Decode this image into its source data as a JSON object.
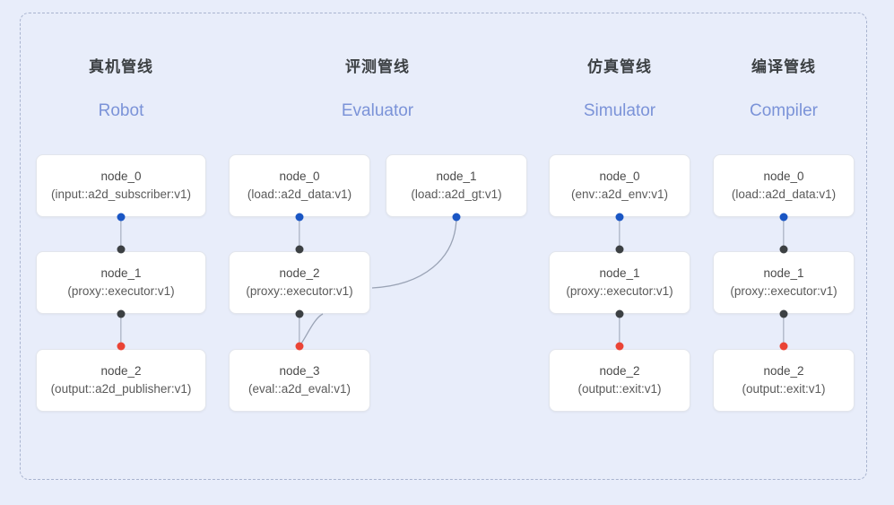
{
  "diagram": {
    "frame_label": "pipeline-group-frame",
    "background_color": "#e8edfa",
    "frame_border_color": "#a9b4cf",
    "node_border_color": "#e2e5ec",
    "edge_color": "#9aa3b5",
    "port_colors": {
      "input": "#1a56c4",
      "middle": "#3c4043",
      "output": "#ea4335"
    },
    "columns": [
      {
        "id": "robot",
        "zh": "真机管线",
        "en": "Robot",
        "nodes": [
          {
            "id": "robot-node-0",
            "title": "node_0",
            "subtitle": "(input::a2d_subscriber:v1)"
          },
          {
            "id": "robot-node-1",
            "title": "node_1",
            "subtitle": "(proxy::executor:v1)"
          },
          {
            "id": "robot-node-2",
            "title": "node_2",
            "subtitle": "(output::a2d_publisher:v1)"
          }
        ]
      },
      {
        "id": "evaluator",
        "zh": "评测管线",
        "en": "Evaluator",
        "nodes": [
          {
            "id": "eval-node-0",
            "title": "node_0",
            "subtitle": "(load::a2d_data:v1)"
          },
          {
            "id": "eval-node-1",
            "title": "node_1",
            "subtitle": "(load::a2d_gt:v1)"
          },
          {
            "id": "eval-node-2",
            "title": "node_2",
            "subtitle": "(proxy::executor:v1)"
          },
          {
            "id": "eval-node-3",
            "title": "node_3",
            "subtitle": "(eval::a2d_eval:v1)"
          }
        ]
      },
      {
        "id": "simulator",
        "zh": "仿真管线",
        "en": "Simulator",
        "nodes": [
          {
            "id": "sim-node-0",
            "title": "node_0",
            "subtitle": "(env::a2d_env:v1)"
          },
          {
            "id": "sim-node-1",
            "title": "node_1",
            "subtitle": "(proxy::executor:v1)"
          },
          {
            "id": "sim-node-2",
            "title": "node_2",
            "subtitle": "(output::exit:v1)"
          }
        ]
      },
      {
        "id": "compiler",
        "zh": "编译管线",
        "en": "Compiler",
        "nodes": [
          {
            "id": "comp-node-0",
            "title": "node_0",
            "subtitle": "(load::a2d_data:v1)"
          },
          {
            "id": "comp-node-1",
            "title": "node_1",
            "subtitle": "(proxy::executor:v1)"
          },
          {
            "id": "comp-node-2",
            "title": "node_2",
            "subtitle": "(output::exit:v1)"
          }
        ]
      }
    ]
  }
}
